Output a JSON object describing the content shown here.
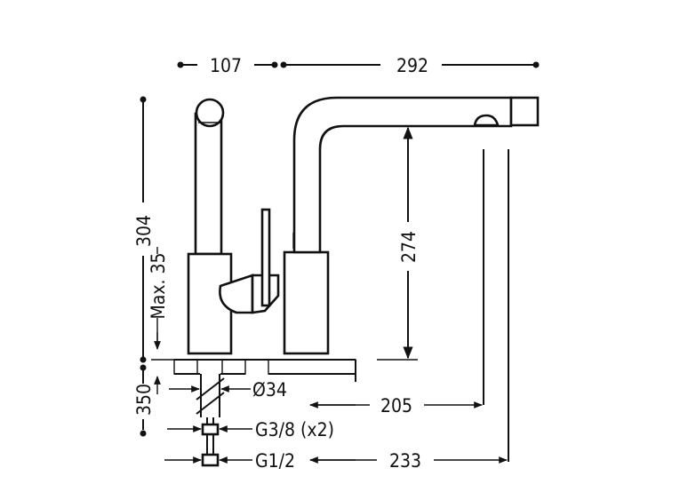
{
  "dimensions": {
    "width_handle": "107",
    "width_spout": "292",
    "total_height": "304",
    "max_deck": "Max. 35",
    "hose_length": "350",
    "spout_height": "274",
    "diameter": "Ø34",
    "reach_205": "205",
    "reach_233": "233",
    "connection_hot_cold": "G3/8 (x2)",
    "connection_main": "G1/2"
  },
  "colors": {
    "line": "#111111",
    "background": "#ffffff"
  }
}
